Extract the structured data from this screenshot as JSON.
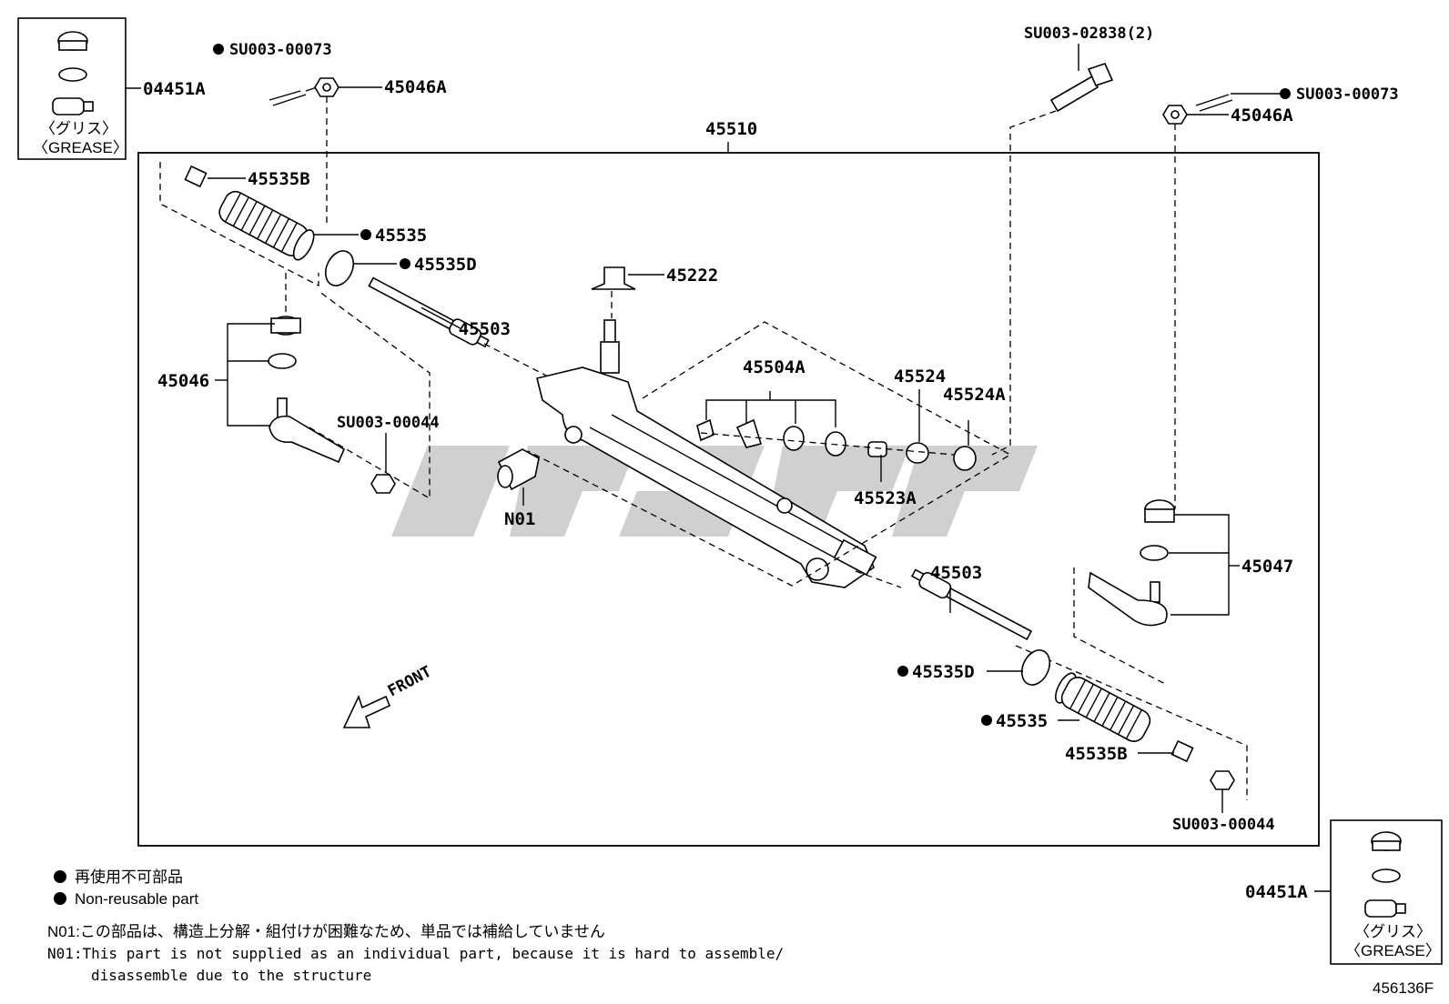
{
  "diagram_code": "456136F",
  "assembly": "45510",
  "grease_kit": {
    "part": "04451A",
    "label_jp": "〈グリス〉",
    "label_en": "〈GREASE〉"
  },
  "callouts": [
    {
      "id": "su73_left",
      "text": "SU003-00073",
      "non_reusable": true
    },
    {
      "id": "n45046a_left",
      "text": "45046A"
    },
    {
      "id": "su2838",
      "text": "SU003-02838(2)"
    },
    {
      "id": "su73_right",
      "text": "SU003-00073",
      "non_reusable": true
    },
    {
      "id": "n45046a_right",
      "text": "45046A"
    },
    {
      "id": "n45535b_left",
      "text": "45535B"
    },
    {
      "id": "n45535_left",
      "text": "45535",
      "non_reusable": true
    },
    {
      "id": "n45535d_left",
      "text": "45535D",
      "non_reusable": true
    },
    {
      "id": "n45503_left",
      "text": "45503"
    },
    {
      "id": "n45222",
      "text": "45222"
    },
    {
      "id": "n45046",
      "text": "45046"
    },
    {
      "id": "su44_left",
      "text": "SU003-00044"
    },
    {
      "id": "n45504a",
      "text": "45504A"
    },
    {
      "id": "n45524",
      "text": "45524"
    },
    {
      "id": "n45524a",
      "text": "45524A"
    },
    {
      "id": "n45523a",
      "text": "45523A"
    },
    {
      "id": "n01",
      "text": "N01"
    },
    {
      "id": "n45047",
      "text": "45047"
    },
    {
      "id": "n45503_right",
      "text": "45503"
    },
    {
      "id": "n45535d_right",
      "text": "45535D",
      "non_reusable": true
    },
    {
      "id": "n45535_right",
      "text": "45535",
      "non_reusable": true
    },
    {
      "id": "n45535b_right",
      "text": "45535B"
    },
    {
      "id": "su44_right",
      "text": "SU003-00044"
    }
  ],
  "front_label": "FRONT",
  "legend": {
    "jp": "再使用不可部品",
    "en": "Non-reusable part"
  },
  "notes": {
    "n01_jp": "N01:この部品は、構造上分解・組付けが困難なため、単品では補給していません",
    "n01_en_1": "N01:This part is not supplied as an individual part, because it is hard to assemble/",
    "n01_en_2": "disassemble due to the structure"
  },
  "colors": {
    "line": "#000000",
    "watermark": "#d0d0d0"
  }
}
